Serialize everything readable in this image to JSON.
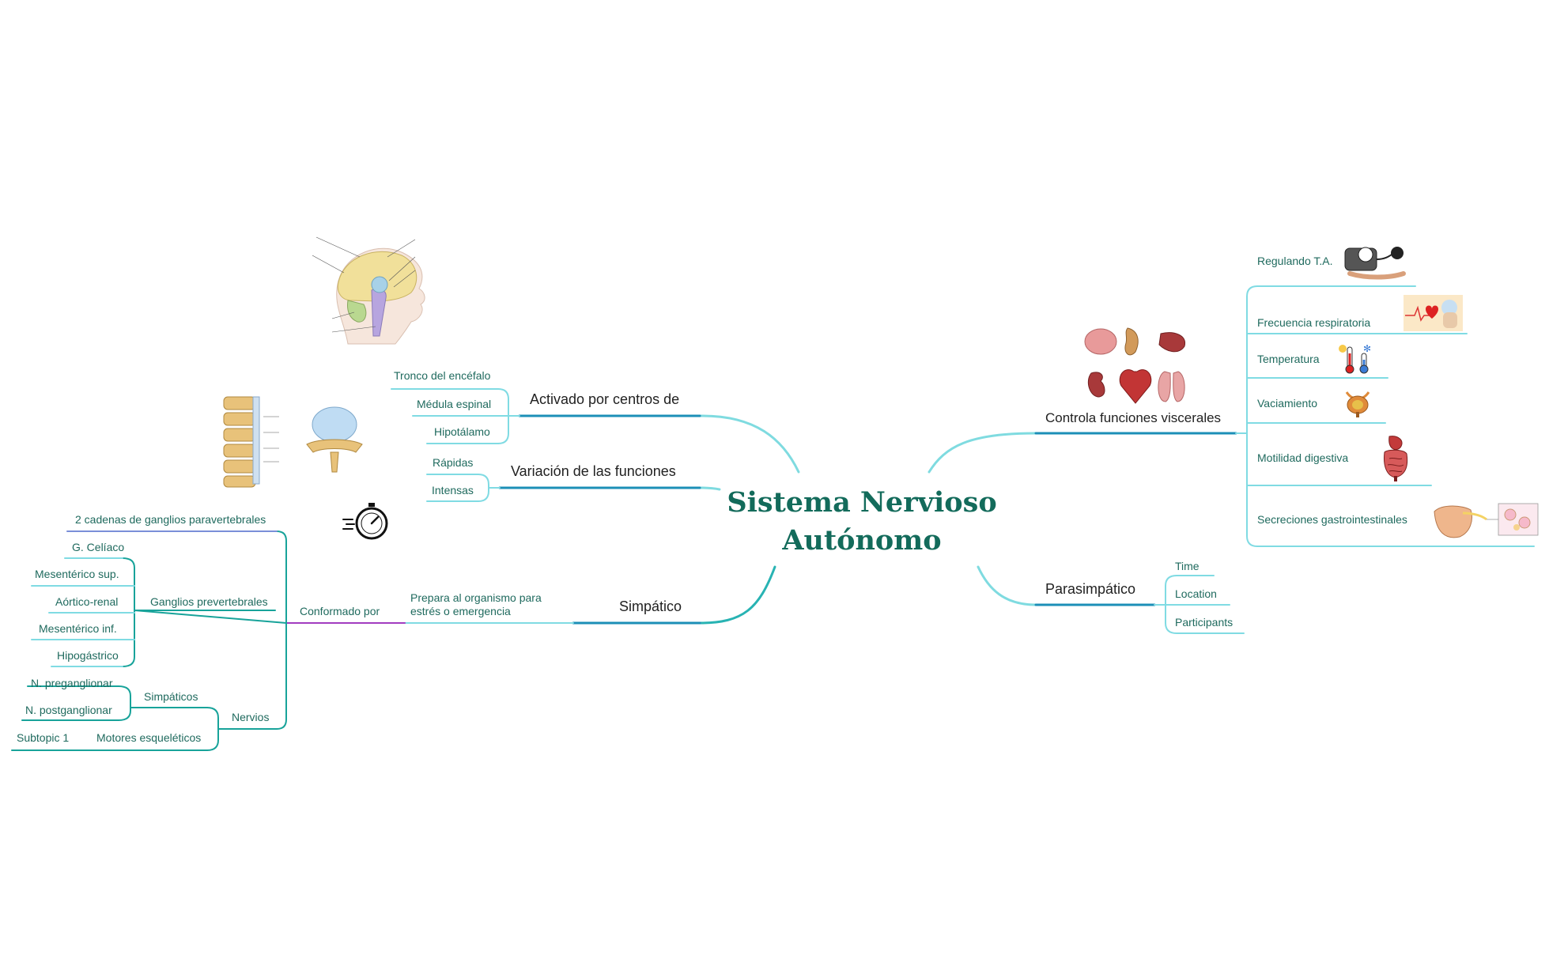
{
  "center_title": [
    "Sistema Nervioso",
    "Autónomo"
  ],
  "colors": {
    "center_text": "#136b5b",
    "main_branch": "#1c8fb7",
    "curve": "#7fdbe0",
    "sub_line": "#80dbe3",
    "purple_line": "#a23cc0",
    "blue_line": "#7a8fd8",
    "node_text": "#1f6a5e"
  },
  "left": {
    "activado": {
      "label": "Activado por centros de",
      "children": [
        "Tronco del encéfalo",
        "Médula espinal",
        "Hipotálamo"
      ]
    },
    "variacion": {
      "label": "Variación de las funciones",
      "children": [
        "Rápidas",
        "Intensas"
      ]
    },
    "simpatico": {
      "label": "Simpático",
      "prepara": "Prepara al organismo para estrés o emergencia",
      "conformado": "Conformado por",
      "cadenas": "2 cadenas de ganglios paravertebrales",
      "prevertebrales": {
        "label": "Ganglios prevertebrales",
        "children": [
          "G. Celíaco",
          "Mesentérico sup.",
          "Aórtico-renal",
          "Mesentérico inf.",
          "Hipogástrico"
        ]
      },
      "nervios": {
        "label": "Nervios",
        "simpaticos": {
          "label": "Simpáticos",
          "children": [
            "N. preganglionar",
            "N. postganglionar"
          ]
        },
        "motores": {
          "label": "Motores esqueléticos",
          "children": [
            "Subtopic 1"
          ]
        }
      }
    }
  },
  "right": {
    "controla": {
      "label": "Controla funciones viscerales",
      "children": [
        "Regulando T.A.",
        "Frecuencia respiratoria",
        "Temperatura",
        "Vaciamiento",
        "Motilidad digestiva",
        "Secreciones gastrointestinales"
      ]
    },
    "parasimpatico": {
      "label": "Parasimpático",
      "children": [
        "Time",
        "Location",
        "Participants"
      ]
    }
  },
  "icons": [
    "brain-diagram-icon",
    "spine-diagram-icon",
    "stopwatch-icon",
    "organs-icon",
    "blood-pressure-icon",
    "heart-lungs-icon",
    "thermometer-icon",
    "bladder-icon",
    "digestive-icon",
    "pancreas-diagram-icon"
  ]
}
